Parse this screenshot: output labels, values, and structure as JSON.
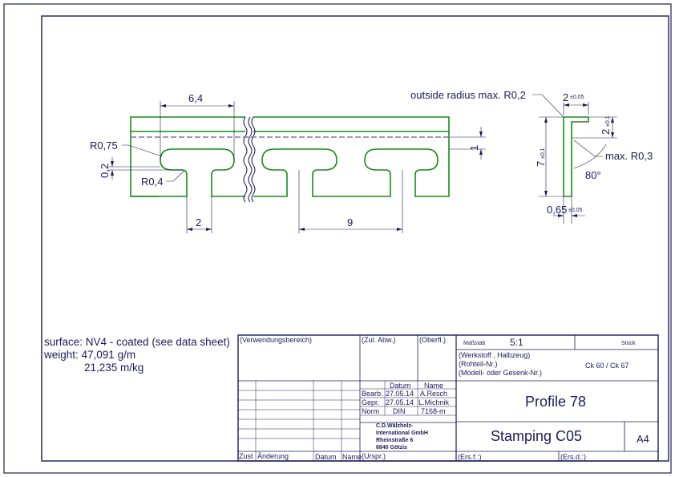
{
  "drawing": {
    "dimensions": {
      "width_left": "6,4",
      "radius_075": "R0,75",
      "gap_02": "0,2",
      "radius_04": "R0,4",
      "slot_2": "2",
      "pitch_9": "9",
      "depth_1": "1",
      "outside_radius": "outside radius max. R0,2",
      "side_width": "2",
      "side_width_tol": "±0,05",
      "side_right": "2",
      "side_right_tol": "±0,1",
      "height_7": "7",
      "height_7_tol": "±0,1",
      "max_r03": "max. R0,3",
      "angle_80": "80°",
      "thickness": "0,65",
      "thickness_tol": "±0,05"
    }
  },
  "notes": {
    "surface": "surface: NV4 - coated (see data sheet)",
    "weight_1": "weight: 47,091 g/m",
    "weight_2": "21,235 m/kg"
  },
  "title_block": {
    "verwendungsbereich": "(Verwendungsbereich)",
    "zul_abw": "(Zul. Abw.)",
    "oberfl": "(Oberfl.)",
    "massstab_label": "Maßstab",
    "massstab_value": "5:1",
    "stueck": "Stück",
    "werkstoff": "(Werkstoff , Halbzeug)",
    "rohteil": "(Rohteil-Nr.)",
    "modell": "(Modell- oder Gesenk-Nr.)",
    "material": "Ck 60 / Ck 67",
    "col_datum": "Datum",
    "col_name": "Name",
    "bearb": "Bearb.",
    "bearb_date": "27.05.14",
    "bearb_name": "A.Resch",
    "gepr": "Gepr.",
    "gepr_date": "27.05.14",
    "gepr_name": "L.Michnik",
    "norm": "Norm",
    "norm_date": "DIN",
    "norm_name": "7168-m",
    "company_1": "C.D.Wälzholz-",
    "company_2": "International GmbH",
    "company_3": "Rheinstraße 6",
    "company_4": "6840 Götzis",
    "title": "Profile 78",
    "subtitle": "Stamping C05",
    "format": "A4",
    "zust": "Zust",
    "aenderung": "Änderung",
    "datum": "Datum",
    "name": "Name",
    "urspr": "(Urspr.)",
    "ersf": "(Ers.f.:)",
    "ersd": "(Ers.d.:)"
  }
}
